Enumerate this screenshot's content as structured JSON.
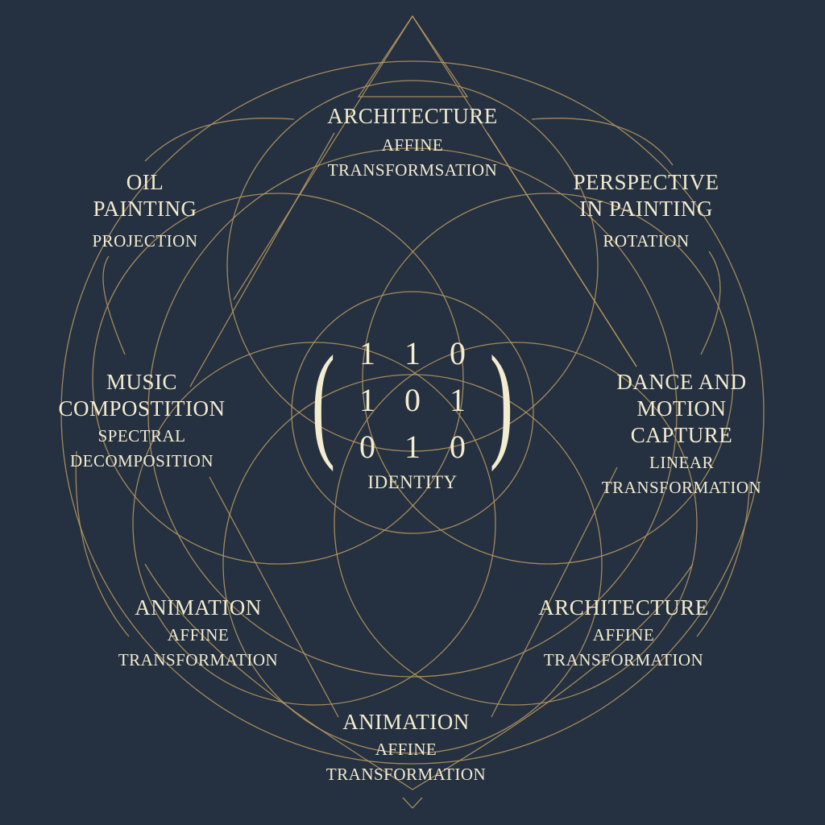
{
  "diagram": {
    "center": {
      "matrix": [
        [
          "1",
          "1",
          "0"
        ],
        [
          "1",
          "0",
          "1"
        ],
        [
          "0",
          "1",
          "0"
        ]
      ],
      "label": "IDENTITY"
    },
    "nodes": [
      {
        "id": "top",
        "title": "ARCHITECTURE",
        "subtitle": "AFFINE TRANSFORMSATION"
      },
      {
        "id": "upper-left",
        "title": "OIL PAINTING",
        "subtitle": "PROJECTION"
      },
      {
        "id": "upper-right",
        "title": "PERSPECTIVE IN PAINTING",
        "subtitle": "ROTATION"
      },
      {
        "id": "mid-left",
        "title": "MUSIC COMPOSTITION",
        "subtitle": "SPECTRAL DECOMPOSITION"
      },
      {
        "id": "mid-right",
        "title": "DANCE AND MOTION CAPTURE",
        "subtitle": "LINEAR TRANSFORMATION"
      },
      {
        "id": "lower-left",
        "title": "ANIMATION",
        "subtitle": "AFFINE TRANSFORMATION"
      },
      {
        "id": "lower-right",
        "title": "ARCHITECTURE",
        "subtitle": "AFFINE TRANSFORMATION"
      },
      {
        "id": "bottom",
        "title": "ANIMATION",
        "subtitle": "AFFINE TRANSFORMATION"
      }
    ],
    "colors": {
      "background": "#253040",
      "line": "#b89a62",
      "text": "#f3ecd0"
    }
  }
}
